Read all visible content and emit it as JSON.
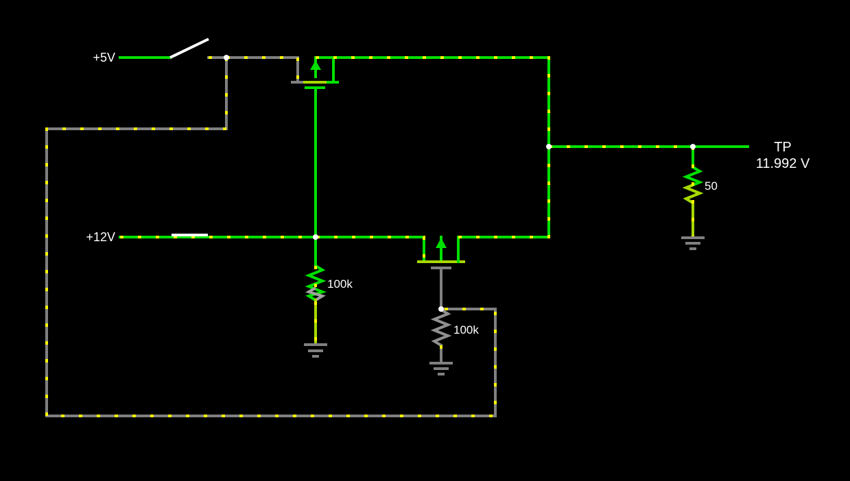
{
  "sources": {
    "v5_label": "+5V",
    "v12_label": "+12V"
  },
  "resistors": {
    "r1_value": "100k",
    "r2_value": "100k",
    "r_load_value": "50"
  },
  "test_point": {
    "label": "TP",
    "reading": "11.992 V"
  },
  "colors": {
    "background": "#000000",
    "wire_high": "#00e000",
    "wire_low": "#808080",
    "current_dots": "#ffff00",
    "switch": "#ffffff"
  },
  "components": {
    "switch_state": "open",
    "transistors": [
      "p-channel-mosfet",
      "p-channel-mosfet"
    ],
    "grounds": 3
  }
}
